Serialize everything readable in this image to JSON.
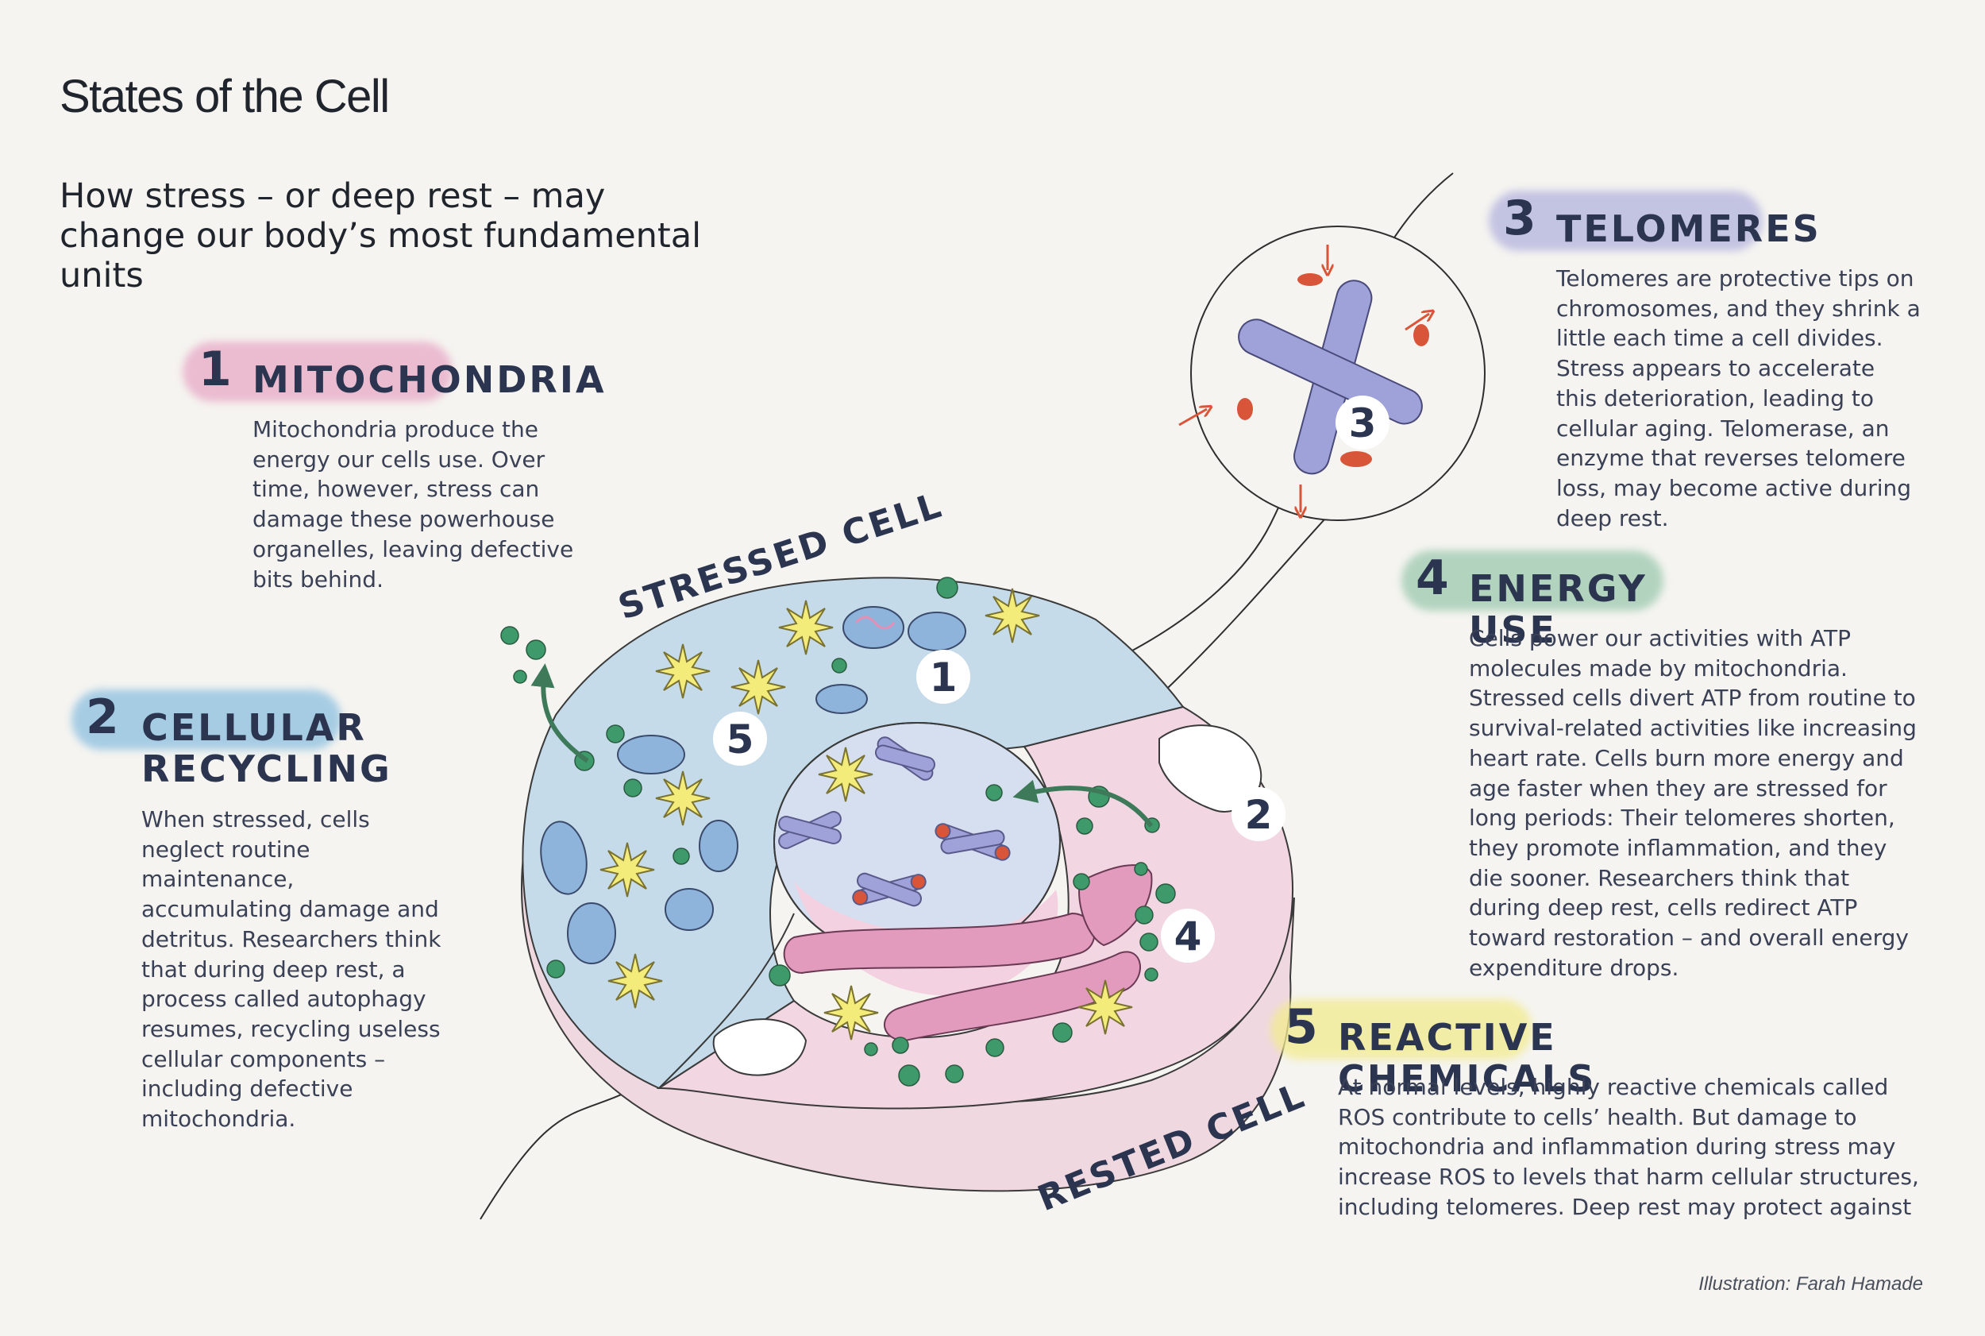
{
  "title": "States of the Cell",
  "subtitle": "How stress – or deep rest – may change our body’s most fundamental units",
  "credit": "Illustration: Farah Hamade",
  "colors": {
    "background": "#f5f4f0",
    "heading": "#2b3550",
    "stressed_cell": "#bcd3e4",
    "rested_cell": "#f0d2de",
    "mitochondria_blue": "#8fb4dc",
    "mitochondria_pink": "#e48fb6",
    "chromosome": "#9ea2d8",
    "telomere_tip": "#d9553a",
    "particle_green": "#3e9a6a",
    "star_yellow": "#f4ec7a"
  },
  "diagram": {
    "stressed_label": "STRESSED CELL",
    "rested_label": "RESTED CELL",
    "markers": [
      "1",
      "2",
      "3",
      "4",
      "5"
    ]
  },
  "sections": [
    {
      "number": "1",
      "heading": "MITOCHONDRIA",
      "color": "#e8a9c6",
      "body": "Mitochondria produce the energy our cells use. Over time, however, stress can damage these powerhouse organelles, leaving defective bits behind."
    },
    {
      "number": "2",
      "heading": "CELLULAR RECYCLING",
      "color": "#8cbfe0",
      "body": "When stressed, cells neglect routine maintenance, accumulating damage and detritus. Researchers think that during deep rest, a process called autophagy resumes, recycling useless cellular components – including defective mitochondria."
    },
    {
      "number": "3",
      "heading": "TELOMERES",
      "color": "#b3b3de",
      "body": "Telomeres are protective tips on chromosomes, and they shrink a little each time a cell divides. Stress appears to accelerate this deterioration, leading to cellular aging. Telomerase, an enzyme that reverses telomere loss, may become active during deep rest."
    },
    {
      "number": "4",
      "heading": "ENERGY USE",
      "color": "#9cc9ae",
      "body": "Cells power our activities with ATP molecules made by mitochondria. Stressed cells divert ATP from routine to survival-related activities like increasing heart rate. Cells burn more energy and age faster when they are stressed for long periods: Their telomeres shorten, they promote inflammation, and they die sooner. Researchers think that during deep rest, cells redirect ATP toward restoration – and overall energy expenditure drops."
    },
    {
      "number": "5",
      "heading": "REACTIVE CHEMICALS",
      "color": "#f2eb8e",
      "body": "At normal levels, highly reactive chemicals called ROS contribute to cells’ health. But damage to mitochondria and inflammation during stress may increase ROS to levels that harm cellular structures, including telomeres. Deep rest may protect against"
    }
  ]
}
